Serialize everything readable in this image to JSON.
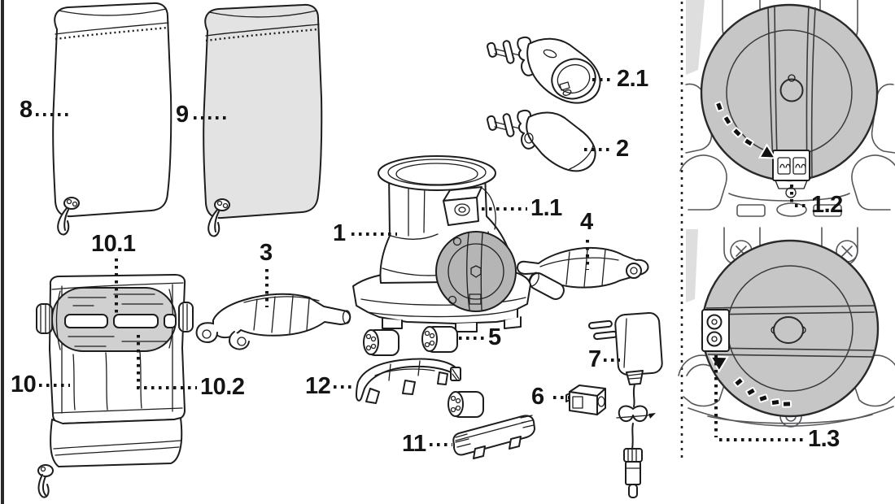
{
  "diagram": {
    "type": "exploded-parts-diagram",
    "colors": {
      "ink": "#1d1d1d",
      "bag_shade": "#e3e3e3",
      "roller_shade": "#d0d0d0",
      "cover_shade": "#b5b5b5",
      "disc_shade": "#c6c6c6",
      "background": "#ffffff"
    },
    "labels": {
      "p1": "1",
      "p1_1": "1.1",
      "p1_2": "1.2",
      "p1_3": "1.3",
      "p2": "2",
      "p2_1": "2.1",
      "p3": "3",
      "p4": "4",
      "p5": "5",
      "p6": "6",
      "p7": "7",
      "p8": "8",
      "p9": "9",
      "p10": "10",
      "p10_1": "10.1",
      "p10_2": "10.2",
      "p11": "11",
      "p12": "12"
    }
  }
}
